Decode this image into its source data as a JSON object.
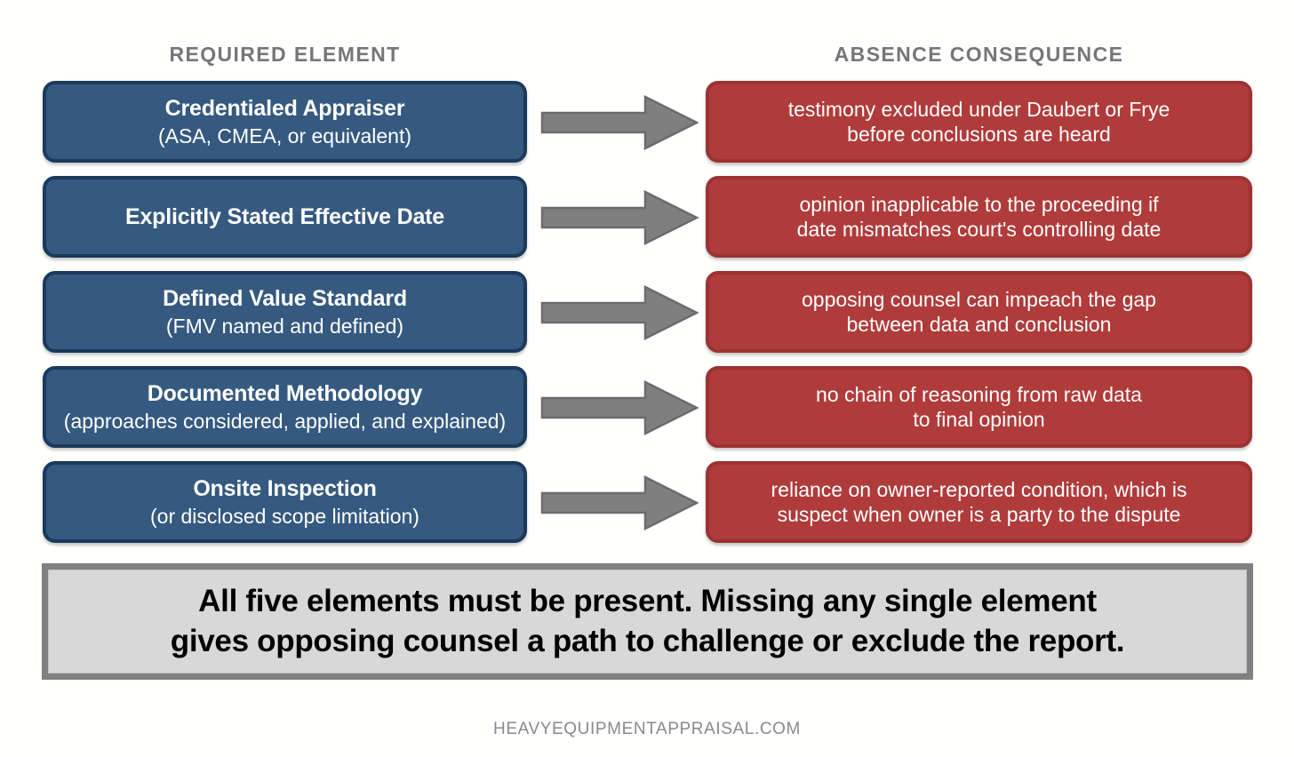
{
  "headers": {
    "left": "REQUIRED ELEMENT",
    "right": "ABSENCE CONSEQUENCE"
  },
  "colors": {
    "required_box_fill": "#35597f",
    "required_box_border": "#1b3a5c",
    "consequence_box_fill": "#b03b3b",
    "consequence_box_border": "#9c3232",
    "arrow_fill": "#7f7f7f",
    "arrow_border": "#6b6b6b",
    "header_text": "#767676",
    "summary_border": "#808080",
    "summary_fill": "#d8d8d8",
    "footer_text": "#8a8a8a",
    "page_background": "#fffffe"
  },
  "rows": [
    {
      "required": {
        "title": "Credentialed Appraiser",
        "subtitle": "(ASA, CMEA, or equivalent)"
      },
      "arrow": "right-arrow-icon",
      "consequence": {
        "line1": "testimony excluded under Daubert or Frye",
        "line2": "before conclusions are heard"
      }
    },
    {
      "required": {
        "title": "Explicitly Stated Effective Date",
        "subtitle": ""
      },
      "arrow": "right-arrow-icon",
      "consequence": {
        "line1": "opinion inapplicable to the proceeding if",
        "line2": "date mismatches court's controlling date"
      }
    },
    {
      "required": {
        "title": "Defined Value Standard",
        "subtitle": "(FMV named and defined)"
      },
      "arrow": "right-arrow-icon",
      "consequence": {
        "line1": "opposing counsel can impeach the gap",
        "line2": "between data and conclusion"
      }
    },
    {
      "required": {
        "title": "Documented Methodology",
        "subtitle": "(approaches considered, applied, and explained)"
      },
      "arrow": "right-arrow-icon",
      "consequence": {
        "line1": "no chain of reasoning from raw data",
        "line2": "to final opinion"
      }
    },
    {
      "required": {
        "title": "Onsite Inspection",
        "subtitle": "(or disclosed scope limitation)"
      },
      "arrow": "right-arrow-icon",
      "consequence": {
        "line1": "reliance on owner-reported condition, which is",
        "line2": "suspect when owner is a party to the dispute"
      }
    }
  ],
  "summary": {
    "line1": "All five elements must be present. Missing any single element",
    "line2": "gives opposing counsel a path to challenge or exclude the report."
  },
  "footer": {
    "text": "HEAVYEQUIPMENTAPPRAISAL.COM"
  }
}
